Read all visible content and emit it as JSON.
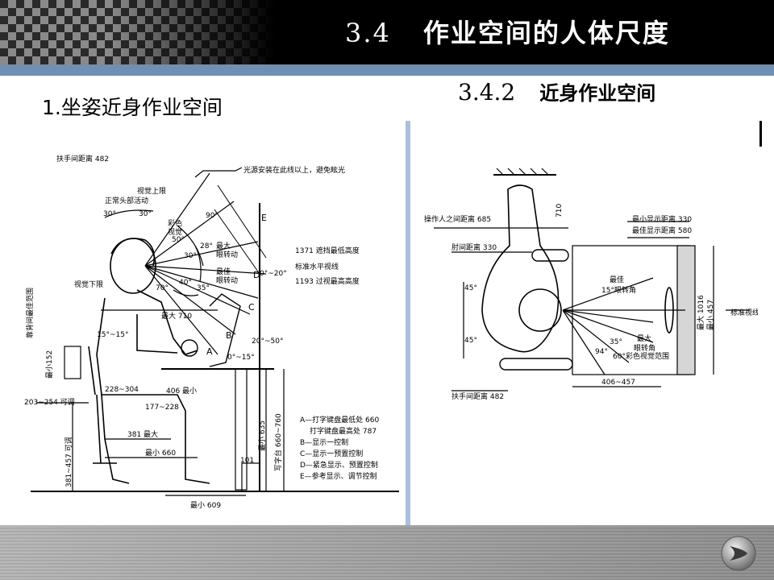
{
  "header": {
    "number": "3.4",
    "title": "作业空间的人体尺度"
  },
  "left": {
    "subtitle": "1.坐姿近身作业空间",
    "diagram_labels": {
      "top_partial": "扶手间距离 482",
      "light_note": "光源安装在此线以上，避免眩光",
      "visual_upper": "视觉上限",
      "head_motion": "正常头部活动",
      "angle_30a": "30°",
      "angle_30b": "30°",
      "color_vision": "彩色\n视觉",
      "angle_90": "90°",
      "angle_50": "50°",
      "angle_28": "28°",
      "max_eye": "最大\n眼转动",
      "angle_30c": "30°",
      "best_eye": "最佳\n眼转动",
      "angle_70": "70°",
      "angle_40": "40°",
      "angle_35": "35°",
      "visual_lower": "视觉下限",
      "E": "E",
      "D": "D",
      "C": "C",
      "B": "B",
      "A": "A",
      "r1371": "1371 遮挡最低高度",
      "std_line": "标准水平视线",
      "r1193": "1193 过视最高高度",
      "ang0_20": "0°~20°",
      "max710": "最大 710",
      "ang20_50": "20°~50°",
      "ang0_15": "0°~15°",
      "ang15": "15°~15°",
      "backrest": "靠背间最佳范围",
      "min152": "最小152",
      "d228": "228~304",
      "d406": "406 最小",
      "d203": "203~254 可调",
      "d177": "177~228",
      "d381max": "381 最大",
      "min660": "最小 660",
      "d381_457": "381~457 可调",
      "min635": "最小 635",
      "desk": "写字台 660~760",
      "n101": "101",
      "min609": "最小 609",
      "legend1": "A—打字键盘最低处 660",
      "legend2": "打字键盘最高处 787",
      "legend3": "B—显示一控制",
      "legend4": "C—显示一预置控制",
      "legend5": "D—紧急显示、预置控制",
      "legend6": "E—参考显示、调节控制"
    }
  },
  "right": {
    "subtitle_num": "3.4.2",
    "subtitle_text": "近身作业空间",
    "diagram_labels": {
      "operator_dist": "操作人之间距离 685",
      "n710": "710",
      "elbow": "肘间距离 330",
      "min_disp": "最小显示距离 330",
      "best_disp": "最佳显示距离 580",
      "angle_45a": "45°",
      "angle_45b": "45°",
      "best": "最佳",
      "eye15": "15°眼转角",
      "std_sight": "标准视线",
      "max1016": "最大 1016",
      "min457": "最小 457",
      "angle_35": "35°",
      "max_eye": "最大",
      "eye_turn": "眼转角",
      "angle_94": "94°",
      "angle_60": "60°",
      "color_range": "彩色视觉范围",
      "d406_457": "406~457",
      "armrest": "扶手间距离 482"
    }
  },
  "colors": {
    "header_bg": "#000000",
    "band": "#6f8fb5",
    "divider": "#a9c0dc"
  }
}
